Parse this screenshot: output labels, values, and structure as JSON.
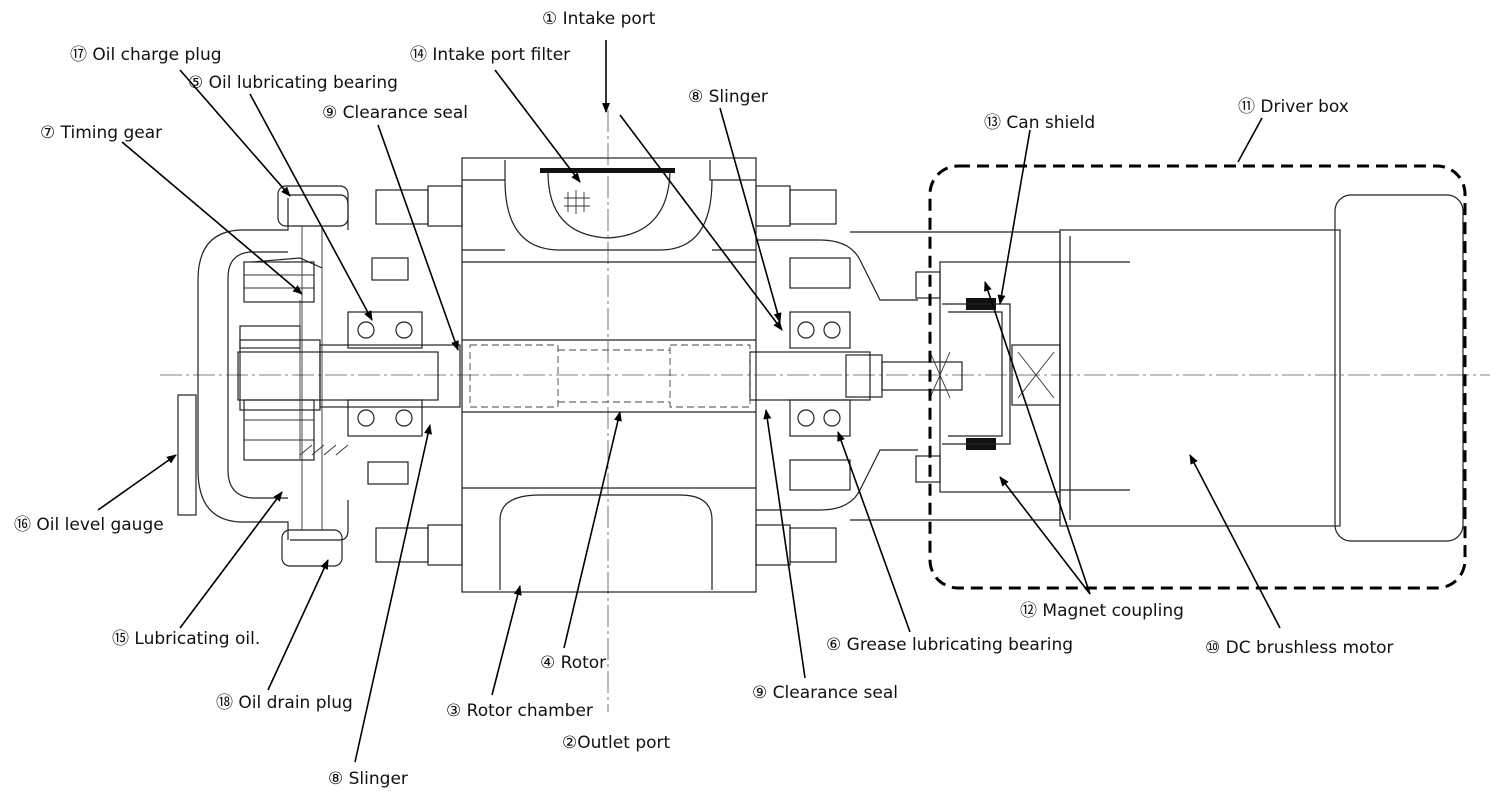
{
  "labels": {
    "intake_port": "① Intake port",
    "oil_charge_plug": "⑰ Oil charge plug",
    "intake_port_filter": "⑭ Intake port filter",
    "oil_lubricating_bearing": "⑤ Oil lubricating bearing",
    "slinger_top": "⑧ Slinger",
    "clearance_seal_top": "⑨ Clearance seal",
    "driver_box": "⑪ Driver box",
    "can_shield": "⑬ Can shield",
    "timing_gear": "⑦ Timing gear",
    "oil_level_gauge": "⑯ Oil level gauge",
    "magnet_coupling": "⑫ Magnet coupling",
    "grease_lubricating_bearing": "⑥ Grease lubricating bearing",
    "dc_brushless_motor": "⑩ DC brushless motor",
    "lubricating_oil": "⑮ Lubricating oil.",
    "rotor": "④ Rotor",
    "clearance_seal_bottom": "⑨ Clearance seal",
    "oil_drain_plug": "⑱ Oil drain plug",
    "rotor_chamber": "③ Rotor chamber",
    "outlet_port": "②Outlet port",
    "slinger_bottom": "⑧ Slinger"
  }
}
